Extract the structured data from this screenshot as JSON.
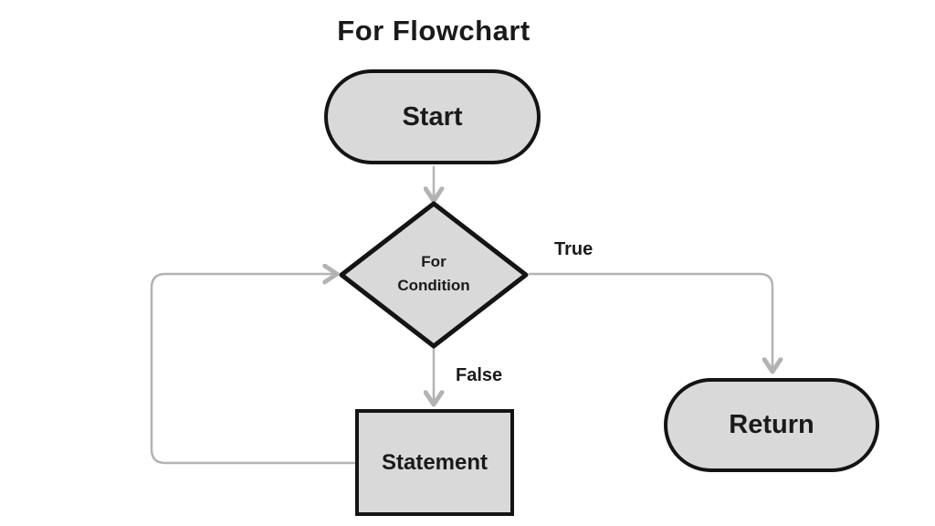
{
  "title": "For Flowchart",
  "colors": {
    "background": "#ffffff",
    "node_fill": "#d9d9d9",
    "node_border": "#141414",
    "connector": "#b3b3b3",
    "text": "#1a1a1a"
  },
  "nodes": [
    {
      "id": "start",
      "type": "terminator",
      "label": "Start"
    },
    {
      "id": "for-condition",
      "type": "decision",
      "label": "For Condition",
      "label_lines": [
        "For",
        "Condition"
      ]
    },
    {
      "id": "statement",
      "type": "process",
      "label": "Statement"
    },
    {
      "id": "return",
      "type": "terminator",
      "label": "Return"
    }
  ],
  "edges": [
    {
      "from": "start",
      "to": "for-condition",
      "label": ""
    },
    {
      "from": "for-condition",
      "to": "return",
      "label": "True"
    },
    {
      "from": "for-condition",
      "to": "statement",
      "label": "False"
    },
    {
      "from": "statement",
      "to": "for-condition",
      "label": ""
    }
  ]
}
